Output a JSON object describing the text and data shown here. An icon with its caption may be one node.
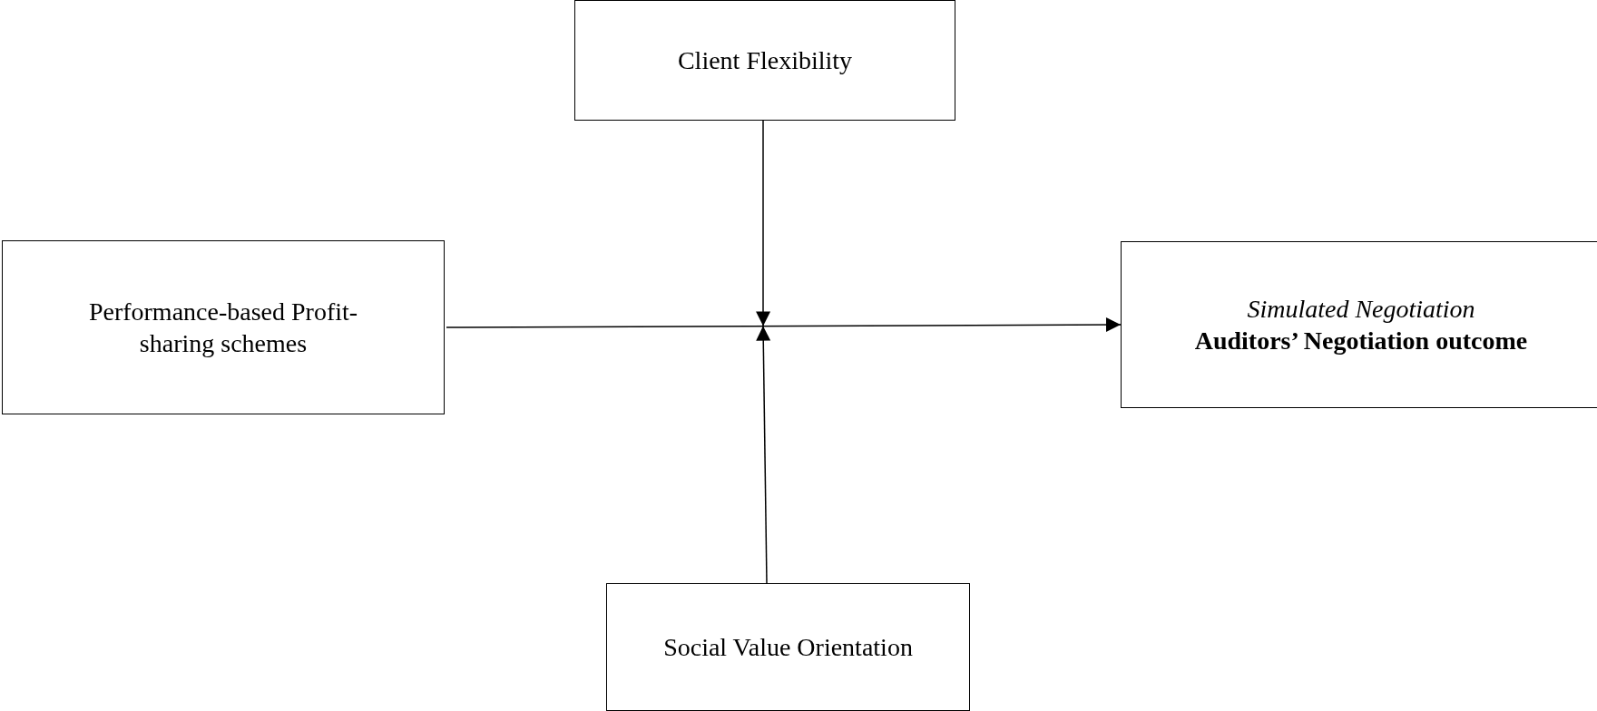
{
  "diagram": {
    "nodes": [
      {
        "text": [
          "Client Flexibility"
        ]
      },
      {
        "text": [
          "Performance-based Profit-sharing schemes"
        ]
      },
      {
        "text": [
          "Simulated Negotiation",
          "Auditors’ Negotiation outcome"
        ]
      },
      {
        "text": [
          "Social Value Orientation"
        ]
      }
    ],
    "edges": [
      {
        "from": 1,
        "to": 2,
        "arrow": "to"
      },
      {
        "from": 0,
        "to": null,
        "arrow": "to"
      },
      {
        "from": 3,
        "to": null,
        "arrow": "to"
      }
    ]
  }
}
